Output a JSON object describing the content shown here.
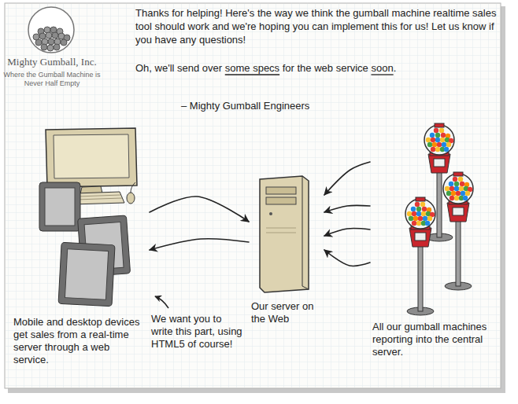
{
  "diagram": {
    "nodes": [
      {
        "text": [
          "Mobile and desktop devices get sales from a real-time server through a web service."
        ]
      },
      {
        "text": [
          "Our server on the Web"
        ]
      },
      {
        "text": [
          "All our gumball machines reporting into the central server."
        ]
      }
    ],
    "edges": [
      {
        "from": 0,
        "to": 1,
        "arrow": "to"
      },
      {
        "from": 1,
        "to": 0,
        "arrow": "to"
      },
      {
        "from": 2,
        "to": 1,
        "arrow": "to"
      },
      {
        "from": 2,
        "to": 1,
        "arrow": "to"
      },
      {
        "from": 2,
        "to": 1,
        "arrow": "to"
      },
      {
        "from": 2,
        "to": 1,
        "arrow": "to"
      }
    ],
    "labels": [
      "Mighty Gumball, Inc.",
      "Where the Gumball Machine is Never Half Empty",
      "Thanks for helping! Here's the way we think the gumball machine realtime sales tool should work and we're hoping you can implement this for us! Let us know if you have any questions!",
      "Oh, we'll send over some specs for the web service soon.",
      "– Mighty Gumball Engineers",
      "We want you to write this part, using HTML5 of course!"
    ]
  }
}
